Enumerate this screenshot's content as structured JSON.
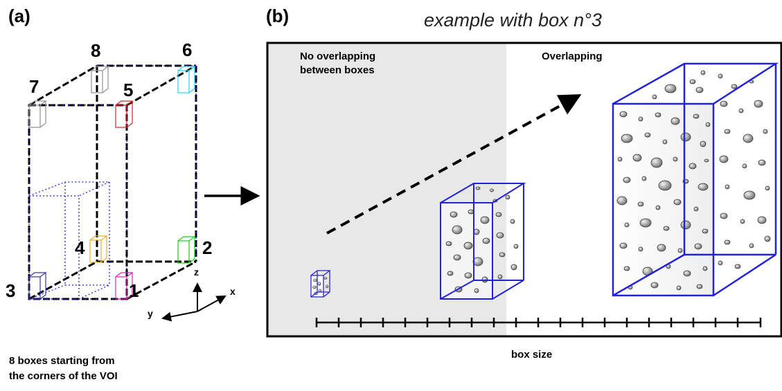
{
  "panel_a": {
    "label": "(a)",
    "corners": [
      "1",
      "2",
      "3",
      "4",
      "5",
      "6",
      "7",
      "8"
    ],
    "axes": {
      "x": "x",
      "y": "y",
      "z": "z"
    },
    "caption_line1": "8 boxes starting from",
    "caption_line2": "the corners of the VOI"
  },
  "panel_b": {
    "label": "(b)",
    "title": "example with box n°3",
    "region_left_line1": "No overlapping",
    "region_left_line2": "between boxes",
    "region_right": "Overlapping",
    "axis_label": "box size"
  },
  "colors": {
    "frame": "#000000",
    "box_blue": "#2222dd",
    "shade": "#e8e8e8",
    "corner_box_colors": [
      "#e020c0",
      "#22cc22",
      "#3333aa",
      "#e8b020",
      "#e02020",
      "#30d0f0",
      "#909090",
      "#909090"
    ]
  }
}
